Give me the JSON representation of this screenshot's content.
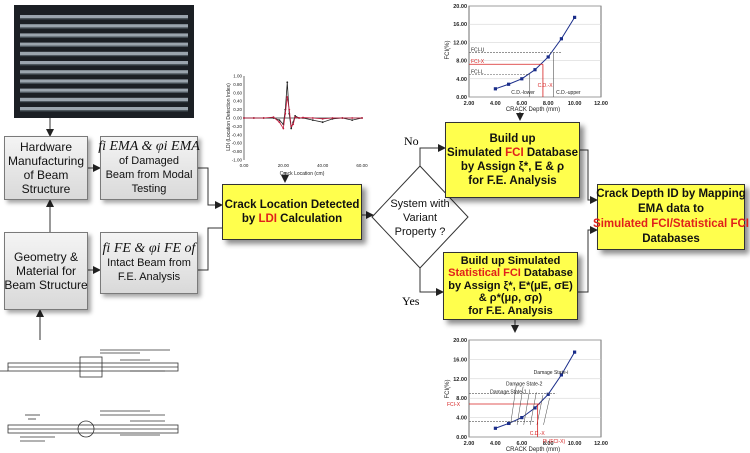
{
  "nodes": {
    "hardware": {
      "lines": [
        "Hardware",
        "Manufacturing",
        "of Beam",
        "Structure"
      ]
    },
    "damaged_beam": {
      "symbol": "fi EMA & φi EMA",
      "lines": [
        "of Damaged",
        "Beam from Modal",
        "Testing"
      ]
    },
    "geometry": {
      "lines": [
        "Geometry &",
        "Material for",
        "Beam Structure"
      ]
    },
    "intact_beam": {
      "symbol": "fi FE & φi FE of",
      "lines": [
        "Intact Beam from",
        "F.E. Analysis"
      ]
    },
    "crack_location": {
      "line1": "Crack Location Detected",
      "line2_pre": "by ",
      "line2_red": "LDI",
      "line2_post": " Calculation"
    },
    "decision": {
      "lines": [
        "System with",
        "Variant",
        "Property ?"
      ]
    },
    "simulated_fci": {
      "line1": "Build up",
      "line2_pre": "Simulated ",
      "line2_red": "FCI",
      "line2_post": " Database",
      "line3": "by Assign ξ*, E & ρ",
      "line4": "for F.E. Analysis"
    },
    "statistical_fci": {
      "line1": "Build up Simulated",
      "line2_red": "Statistical FCI",
      "line2_post": " Database",
      "line3": "by Assign ξ*, E*(μE, σE)",
      "line4": "& ρ*(μρ, σρ)",
      "line5": "for F.E. Analysis"
    },
    "crack_depth": {
      "line1": "Crack Depth ID by Mapping",
      "line2": "EMA data to",
      "line3_red": "Simulated FCI/Statistical FCI",
      "line4": "Databases"
    }
  },
  "edges": {
    "no_label": "No",
    "yes_label": "Yes"
  },
  "chart_data": [
    {
      "type": "line",
      "name": "ldi-plot",
      "ylabel": "LDI (Location Detection Index)",
      "xlabel": "Crack Location (cm)",
      "ylim": [
        -1.0,
        1.0
      ],
      "xlim": [
        0.0,
        60.0
      ],
      "y_ticks": [
        "1.00",
        "0.80",
        "0.60",
        "0.40",
        "0.20",
        "0.00",
        "-0.20",
        "-0.40",
        "-0.60",
        "-0.80",
        "-1.00"
      ],
      "x_ticks": [
        "0.00",
        "20.00",
        "40.00",
        "60.00"
      ],
      "series": [
        {
          "color": "#222222",
          "x": [
            0,
            5,
            10,
            15,
            18,
            20,
            21,
            22,
            23,
            24,
            25,
            26,
            28,
            30,
            35,
            40,
            45,
            50,
            55,
            60
          ],
          "y": [
            0,
            0,
            0,
            0,
            -0.05,
            -0.15,
            0.2,
            0.85,
            0.1,
            -0.25,
            -0.1,
            0.05,
            0,
            0,
            -0.05,
            -0.1,
            -0.02,
            0,
            -0.05,
            0
          ]
        },
        {
          "color": "#c0183a",
          "x": [
            0,
            5,
            10,
            15,
            18,
            20,
            21,
            22,
            23,
            24,
            25,
            26,
            28,
            30,
            35,
            40,
            45,
            50,
            55,
            60
          ],
          "y": [
            0,
            0,
            0,
            0.02,
            -0.1,
            -0.25,
            0.1,
            0.5,
            0.2,
            -0.2,
            -0.15,
            0.02,
            0,
            0.01,
            0,
            -0.02,
            0,
            0,
            0,
            0
          ]
        }
      ]
    },
    {
      "type": "line",
      "name": "fci-top",
      "xlabel": "CRACK Depth (mm)",
      "ylabel": "FCI(%)",
      "xlim": [
        2.0,
        12.0
      ],
      "ylim": [
        0.0,
        20.0
      ],
      "x_ticks": [
        "2.00",
        "4.00",
        "6.00",
        "8.00",
        "10.00",
        "12.00"
      ],
      "y_ticks": [
        "20.00",
        "16.00",
        "12.00",
        "8.00",
        "4.00",
        "0.00"
      ],
      "series": [
        {
          "x": [
            4.0,
            5.0,
            6.0,
            7.0,
            8.0,
            9.0,
            10.0
          ],
          "y": [
            1.8,
            2.8,
            4.0,
            6.0,
            8.8,
            12.8,
            17.5
          ]
        }
      ],
      "annotations": [
        "FCI-U",
        "FCI-X",
        "FCI-L",
        "C.D.-lower",
        "C.D.-upper",
        "C.D.-X"
      ]
    },
    {
      "type": "line",
      "name": "fci-bottom",
      "xlabel": "CRACK Depth (mm)",
      "ylabel": "FCI(%)",
      "xlim": [
        2.0,
        12.0
      ],
      "ylim": [
        0.0,
        20.0
      ],
      "x_ticks": [
        "2.00",
        "4.00",
        "6.00",
        "8.00",
        "10.00",
        "12.00"
      ],
      "y_ticks": [
        "20.00",
        "16.00",
        "12.00",
        "8.00",
        "4.00",
        "0.00"
      ],
      "series": [
        {
          "x": [
            4.0,
            5.0,
            6.0,
            7.0,
            8.0,
            9.0,
            10.0
          ],
          "y": [
            1.8,
            2.8,
            4.0,
            6.0,
            8.8,
            12.8,
            17.5
          ]
        }
      ],
      "annotations": [
        "Damage State-i",
        "Damage State-2",
        "Damage State-1",
        "FCI-X",
        "C.D.-X",
        "Pi (FCI-X)"
      ]
    }
  ]
}
